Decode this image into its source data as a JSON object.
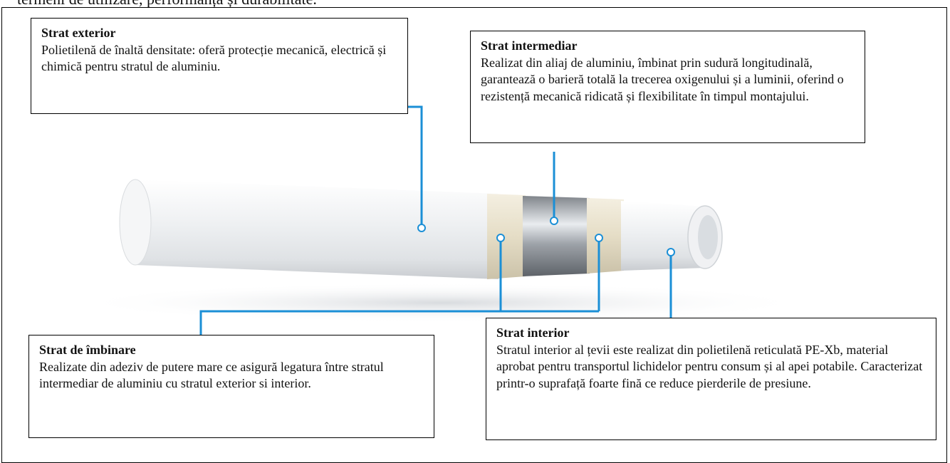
{
  "top_text": "termeni de utilizare, performanță și durabilitate.",
  "labels": {
    "outer": {
      "title": "Strat exterior",
      "body": "Polietilenă de înaltă densitate: oferă protecție mecanică, electrică și chimică pentru stratul de aluminiu."
    },
    "intermediate": {
      "title": "Strat intermediar",
      "body": "Realizat din aliaj de aluminiu, îmbinat prin sudură longitudinală, garantează o barieră totală la trecerea oxigenului și a luminii, oferind o rezistență mecanică ridicată și flexibilitate în timpul montajului."
    },
    "bonding": {
      "title": "Strat de îmbinare",
      "body": "Realizate din adeziv de putere mare ce asigură legatura între stratul intermediar de aluminiu cu stratul exterior si interior."
    },
    "inner": {
      "title": "Strat interior",
      "body": "Stratul interior al țevii este realizat din polietilenă reticulată PE-Xb, material aprobat pentru transportul lichidelor pentru consum și  al apei potabile. Caracterizat printr-o suprafață foarte fină ce reduce pierderile de presiune."
    }
  },
  "colors": {
    "leader_line": "#1b8fd6",
    "pipe_white": "#ebedef",
    "aluminium": "#a9adb2",
    "adhesive": "#e7e0cc"
  }
}
